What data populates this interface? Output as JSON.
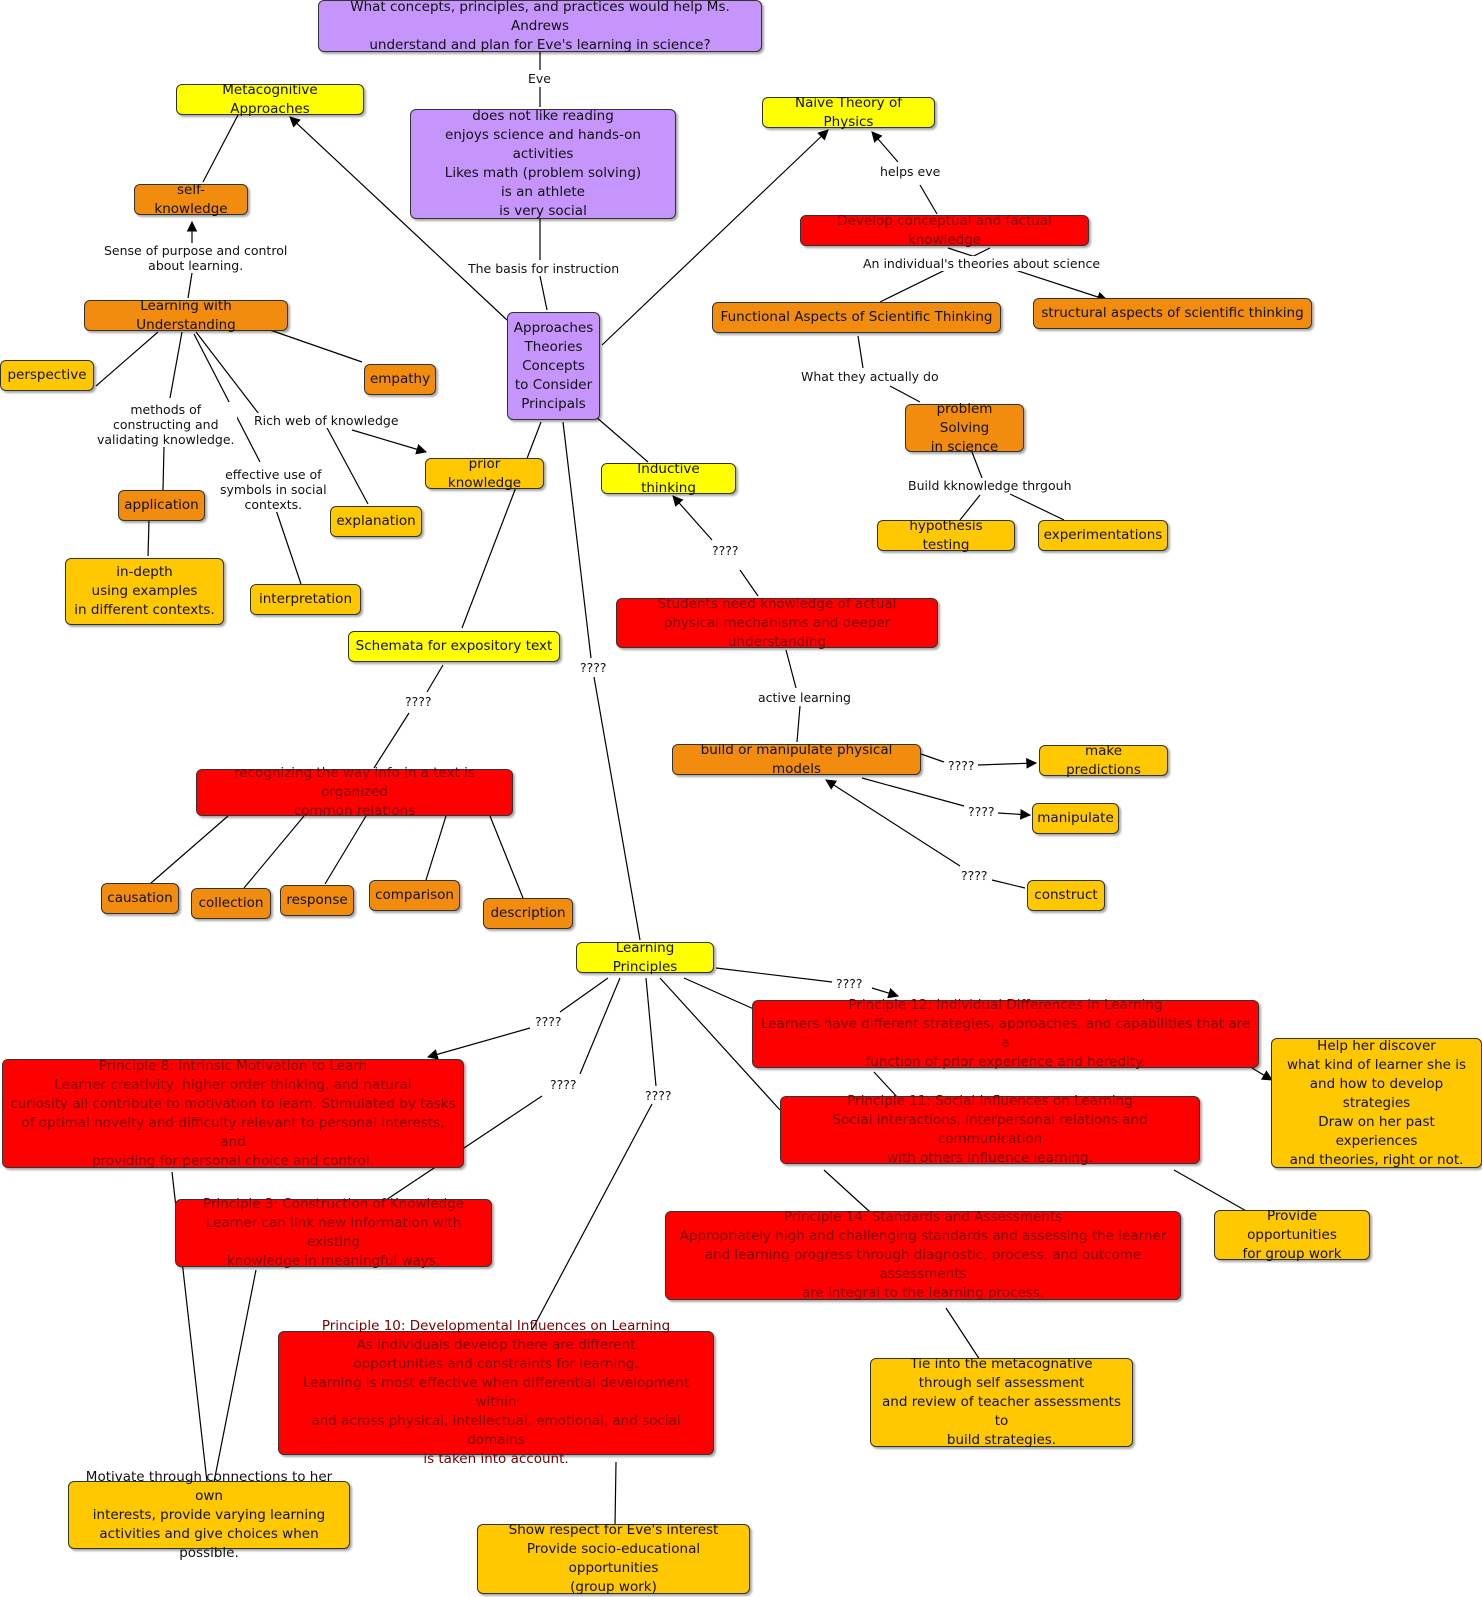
{
  "colors": {
    "purple": "#c595fc",
    "yellow": "#ffff00",
    "orange": "#f28c0f",
    "gold": "#ffc800",
    "red": "#ff0000",
    "line": "#000000"
  },
  "nodes": {
    "question": "What concepts, principles, and practices would help Ms. Andrews\nunderstand and plan for Eve's learning in science?",
    "eve_traits": "does not like reading\nenjoys science and hands-on activities\nLikes math (problem solving)\nis an athlete\nis very social",
    "approaches": "Approaches\nTheories\nConcepts\nto Consider\nPrincipals",
    "metacognitive": "Metacognitive Approaches",
    "self_knowledge": "self-knowledge",
    "learning_understanding": "Learning with Understanding",
    "perspective": "perspective",
    "empathy": "empathy",
    "application": "application",
    "in_depth": "in-depth\nusing examples\nin different contexts.",
    "interpretation": "interpretation",
    "explanation": "explanation",
    "prior_knowledge": "prior knowledge",
    "inductive": "Inductive thinking",
    "schemata": "Schemata for expository text",
    "recognizing": "recognizing the way info in a text is organized\ncommon relations",
    "causation": "causation",
    "collection": "collection",
    "response": "response",
    "comparison": "comparison",
    "description": "description",
    "naive_theory": "Naive Theory of Physics",
    "develop_conceptual": "Develop conceptual and factual knowledge",
    "functional": "Functional Aspects of Scientific Thinking",
    "structural": "structural aspects of scientific thinking",
    "problem_solving": "problem Solving\nin science",
    "hypothesis": "hypothesis testing",
    "experimentations": "experimentations",
    "students_need": "Students need knowledge of actual\nphysical mechanisms and deeper understanding",
    "build_models": "build or manipulate physical models",
    "make_predictions": "make predictions",
    "manipulate": "manipulate",
    "construct": "construct",
    "learning_principles": "Learning Principles",
    "principle8": "Principle 8: Intrinsic Motivation to Learn\nLearner creativity, higher order thinking, and natural\ncuriosity all contribute to motivation to learn. Stimulated by tasks\nof optimal novelty and difficulty relevant to personal interests, and\nproviding for personal choice and control.",
    "principle3": "Principle 3: Construction of Knowledge\nLearner can link new information with existing\nknowledge in meaningful ways.",
    "principle10": "Principle 10: Developmental Influences on Learning\nAs individuals develop there are different\nopportunities and constraints for learning.\nLearning is most effective when differential development within\nand across physical, intellectual, emotional, and social domains\nis taken into account.",
    "principle12": "Principle 12: Individual Differences in Learning\nLearners have different strategies, approaches, and capabilities that are a\nfunction of prior experience and heredity.",
    "principle11": "Principle 11: Social Influences on Learning\nSocial interactions, interpersonal relations and communication\nwith others influence learning.",
    "principle14": "Principle 14: Standards and Assessments\nAppropriately high and challenging standards and assessing the learner\nand learning progress through diagnostic, process, and outcome assessments\nare integral to the learning process.",
    "help_discover": "Help her discover\nwhat kind of learner she is\nand how to develop strategies\nDraw on her past experiences\nand theories, right or not.",
    "group_work": "Provide opportunities\nfor group work",
    "tie_metacog": "Tie into the metacognative\nthrough self assessment\nand review of teacher assessments to\nbuild strategies.",
    "motivate": "Motivate through connections to her own\ninterests, provide varying learning\nactivities and give choices when possible.",
    "show_respect": "Show respect for Eve's interest\nProvide socio-educational opportunities\n(group work)"
  },
  "labels": {
    "eve": "Eve",
    "basis": "The basis for instruction",
    "sense_purpose": "Sense of purpose and control\nabout learning.",
    "methods": "methods of\nconstructing and\nvalidating knowledge.",
    "rich_web": "Rich web of knowledge",
    "effective_use": "effective use of\nsymbols in social\ncontexts.",
    "helps_eve": "helps eve",
    "individual_theories": "An individual's theories about science",
    "what_they_do": "What they actually do",
    "build_knowledge": "Build kknowledge thrgouh",
    "q_inductive": "????",
    "active_learning": "active learning",
    "q_predictions": "????",
    "q_manipulate": "????",
    "q_construct": "????",
    "q_schemata": "????",
    "q_principles": "????",
    "q_p12": "????",
    "q_p8": "????",
    "q_p3": "????",
    "q_p10": "????"
  }
}
